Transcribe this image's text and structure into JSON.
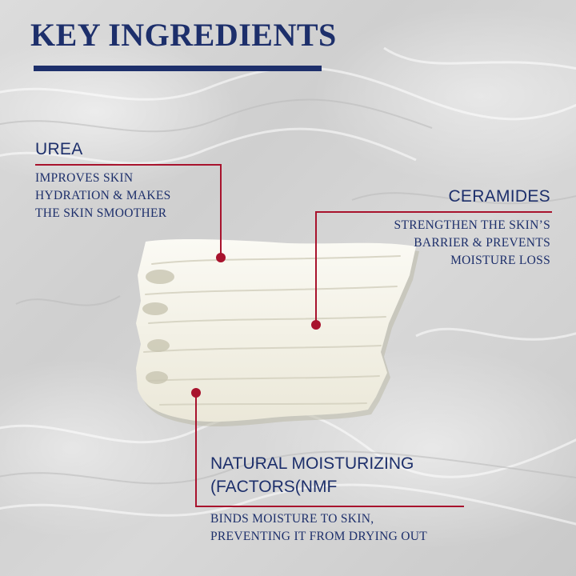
{
  "title": "KEY INGREDIENTS",
  "colors": {
    "navy": "#1d2f6b",
    "crimson": "#a8132d",
    "cream": "#f5f3ea"
  },
  "ingredients": {
    "urea": {
      "name": "UREA",
      "lines": [
        "IMPROVES SKIN",
        "HYDRATION & MAKES",
        "THE SKIN SMOOTHER"
      ]
    },
    "ceramides": {
      "name": "CERAMIDES",
      "lines": [
        "STRENGTHEN THE SKIN’S",
        "BARRIER & PREVENTS",
        "MOISTURE LOSS"
      ]
    },
    "nmf": {
      "name_lines": [
        "NATURAL MOISTURIZING",
        "(FACTORS(NMF"
      ],
      "lines": [
        "BINDS MOISTURE TO SKIN,",
        "PREVENTING IT FROM DRYING OUT"
      ]
    }
  }
}
